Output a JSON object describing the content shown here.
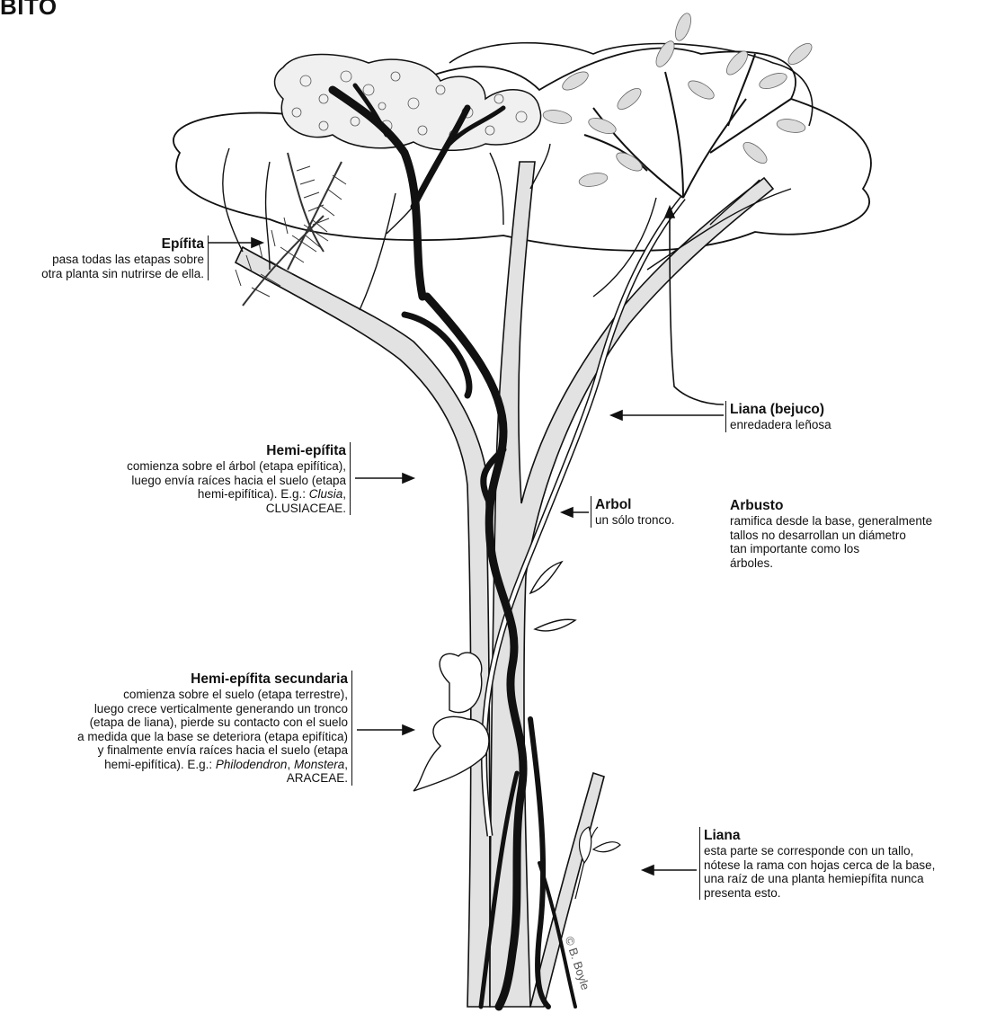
{
  "title": "BITO",
  "labels": {
    "epifita": {
      "heading": "Epífita",
      "text": "pasa todas las etapas sobre\notra planta sin nutrirse de ella."
    },
    "liana_bejuco": {
      "heading": "Liana (bejuco)",
      "text": "enredadera leñosa"
    },
    "hemi_epifita": {
      "heading": "Hemi-epífita",
      "text_1": "comienza sobre el árbol (etapa epifítica),\nluego envía raíces hacia el suelo (etapa\nhemi-epifítica). E.g.: ",
      "italic_1": "Clusia",
      "text_2": ",\nCLUSIACEAE."
    },
    "arbol": {
      "heading": "Arbol",
      "text": "un sólo tronco."
    },
    "arbusto": {
      "heading": "Arbusto",
      "text": "ramifica desde la base, generalmente\ntallos no desarrollan un diámetro\ntan importante como los\nárboles."
    },
    "hemi_secundaria": {
      "heading": "Hemi-epífita secundaria",
      "text_1": "comienza sobre el suelo (etapa terrestre),\nluego crece verticalmente generando un tronco\n(etapa de liana), pierde su contacto con el suelo\na medida que la base se deteriora (etapa epifítica)\ny finalmente envía raíces hacia el suelo (etapa\nhemi-epifítica). E.g.: ",
      "italic_1": "Philodendron",
      "sep": ", ",
      "italic_2": "Monstera",
      "text_2": ",\nARACEAE."
    },
    "liana": {
      "heading": "Liana",
      "text": "esta parte se corresponde con un tallo,\nnótese la rama con hojas cerca de la base,\nuna raíz de una planta hemiepífita nunca\npresenta esto."
    }
  },
  "copyright": "© B. Boyle",
  "colors": {
    "ink": "#111111",
    "trunk_fill": "#e2e2e2",
    "leaf_fill": "#dcdcdc",
    "canopy_fill": "#ececec"
  }
}
